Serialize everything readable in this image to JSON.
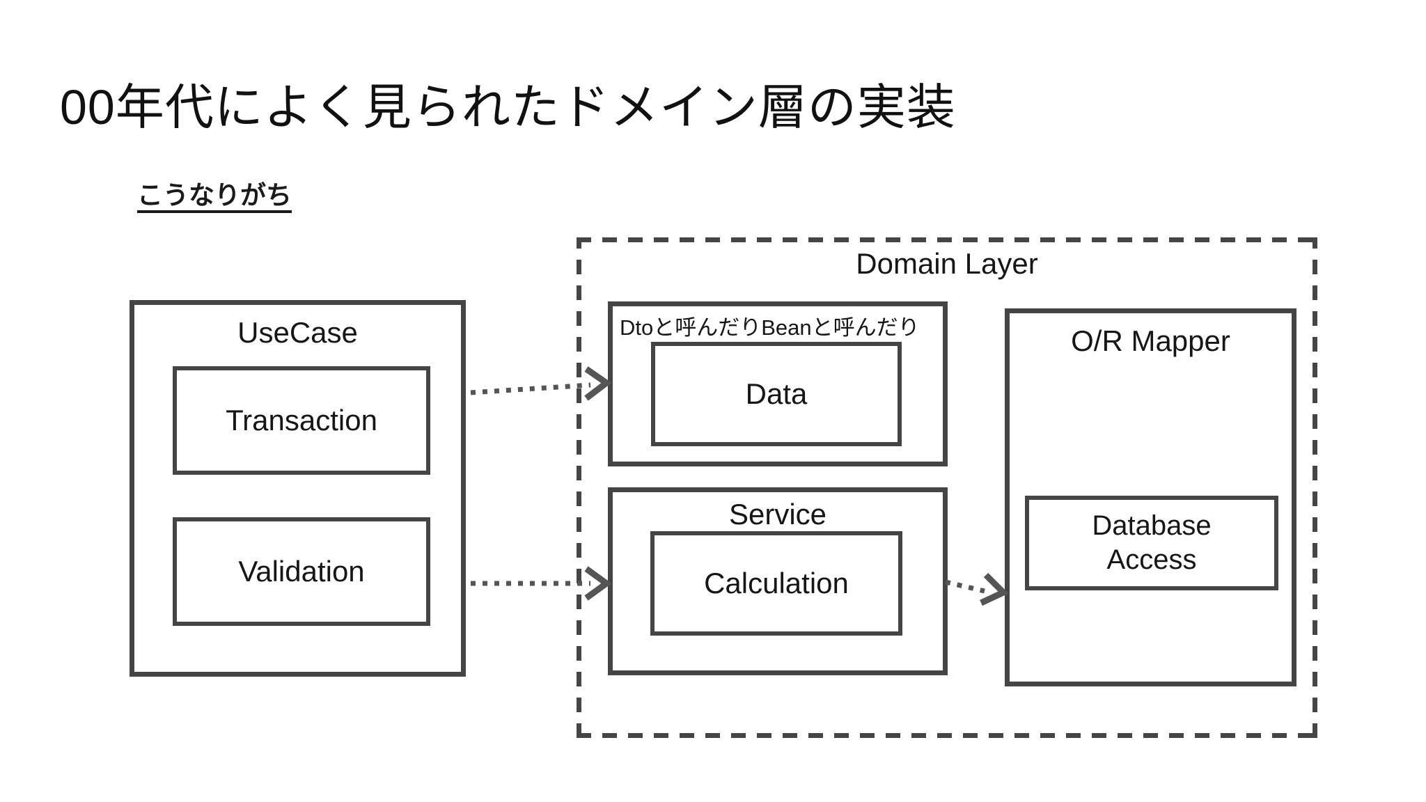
{
  "slide": {
    "title": "00年代によく見られたドメイン層の実装",
    "subtitle": "こうなりがち"
  },
  "diagram": {
    "usecase": {
      "label": "UseCase",
      "children": [
        {
          "label": "Transaction"
        },
        {
          "label": "Validation"
        }
      ]
    },
    "domain_layer": {
      "label": "Domain Layer",
      "dto": {
        "note": "Dtoと呼んだりBeanと呼んだり",
        "child": "Data"
      },
      "service": {
        "label": "Service",
        "child": "Calculation"
      },
      "or_mapper": {
        "label": "O/R Mapper",
        "child": "Database\nAccess"
      }
    },
    "arrows": [
      {
        "name": "usecase-to-dto",
        "style": "dotted"
      },
      {
        "name": "usecase-to-service",
        "style": "dotted"
      },
      {
        "name": "service-to-or-mapper",
        "style": "dotted"
      }
    ]
  },
  "colors": {
    "box_border": "#454545",
    "arrow": "#555555",
    "text": "#1c1c1c",
    "background": "#ffffff"
  }
}
